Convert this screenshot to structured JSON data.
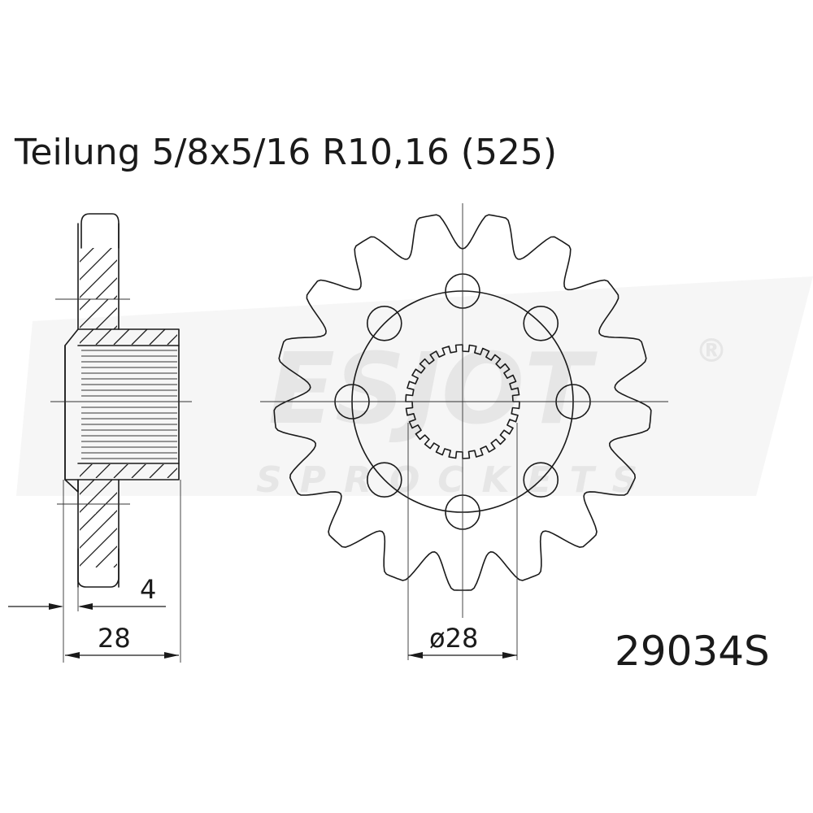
{
  "header": {
    "pitch_label": "Teilung 5/8x5/16 R10,16 (525)"
  },
  "part_number": "29034S",
  "dimensions": {
    "offset": "4",
    "hub_width": "28",
    "bore": "ø28"
  },
  "watermark": {
    "brand": "ESJOT",
    "subtitle": "SPROCKETS",
    "registered": "®"
  },
  "sprocket": {
    "teeth": 17,
    "bolt_holes": 8,
    "spline_teeth": 26
  }
}
